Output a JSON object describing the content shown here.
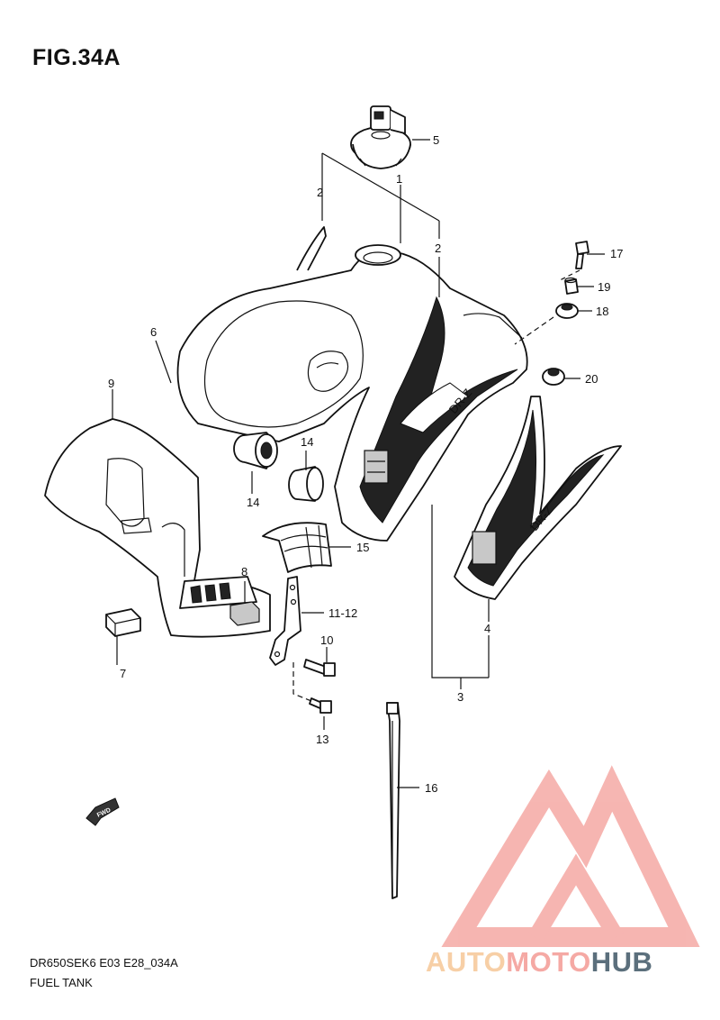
{
  "figure": {
    "title": "FIG.34A",
    "model_code": "DR650SEK6 E03 E28_034A",
    "section_name": "FUEL TANK"
  },
  "callouts": [
    {
      "id": "c1",
      "text": "1"
    },
    {
      "id": "c2a",
      "text": "2"
    },
    {
      "id": "c2b",
      "text": "2"
    },
    {
      "id": "c3",
      "text": "3"
    },
    {
      "id": "c4",
      "text": "4"
    },
    {
      "id": "c5",
      "text": "5"
    },
    {
      "id": "c6",
      "text": "6"
    },
    {
      "id": "c7",
      "text": "7"
    },
    {
      "id": "c8",
      "text": "8"
    },
    {
      "id": "c9",
      "text": "9"
    },
    {
      "id": "c10",
      "text": "10"
    },
    {
      "id": "c11",
      "text": "11-12"
    },
    {
      "id": "c13",
      "text": "13"
    },
    {
      "id": "c14a",
      "text": "14"
    },
    {
      "id": "c14b",
      "text": "14"
    },
    {
      "id": "c15",
      "text": "15"
    },
    {
      "id": "c16",
      "text": "16"
    },
    {
      "id": "c17",
      "text": "17"
    },
    {
      "id": "c18",
      "text": "18"
    },
    {
      "id": "c19",
      "text": "19"
    },
    {
      "id": "c20",
      "text": "20"
    }
  ],
  "fwd_marker": "FWD",
  "watermark": {
    "part1": "AUTO",
    "part2": "MOTO",
    "part3": "HUB",
    "colors": {
      "part1": "#f7cfa6",
      "part2": "#f5a9a4",
      "part3": "#5b6f7c",
      "triangle": "#f5a9a4"
    }
  }
}
